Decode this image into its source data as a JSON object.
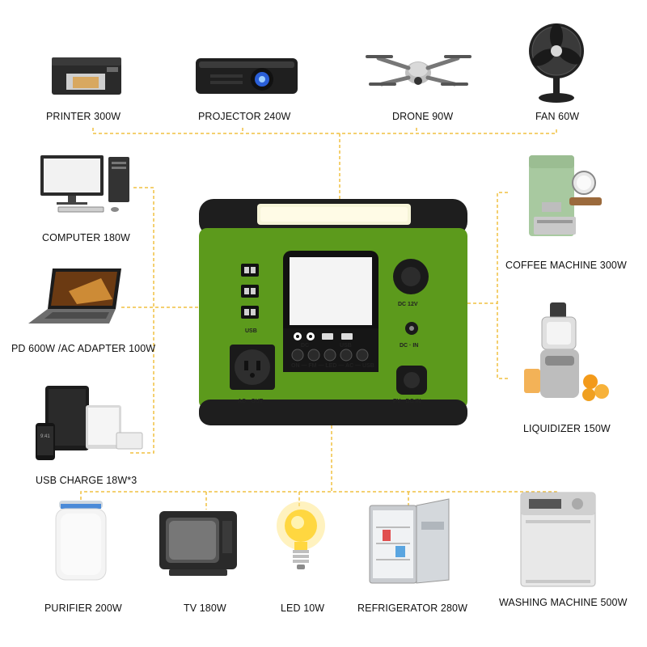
{
  "devices": {
    "printer": "PRINTER 300W",
    "projector": "PROJECTOR 240W",
    "drone": "DRONE 90W",
    "fan": "FAN 60W",
    "computer": "COMPUTER 180W",
    "pd_adapter": "PD 600W /AC ADAPTER 100W",
    "usb_charge": "USB CHARGE 18W*3",
    "coffee": "COFFEE MACHINE 300W",
    "liquidizer": "LIQUIDIZER 150W",
    "purifier": "PURIFIER 200W",
    "tv": "TV 180W",
    "led": "LED 10W",
    "refrigerator": "REFRIGERATOR 280W",
    "washing": "WASHING MACHINE 500W"
  },
  "station": {
    "usb": "USB",
    "ac_out": "AC · OUT",
    "dc12v": "DC 12V",
    "dc_in": "DC · IN",
    "pv_in": "PV · DC IN",
    "dc": "DC",
    "usb_small": "USB",
    "buttons": "ON — FM — LED — AC — USB"
  },
  "colors": {
    "body": "#5c9a1c",
    "frame": "#1e1e1e",
    "connector": "#f0c040"
  }
}
